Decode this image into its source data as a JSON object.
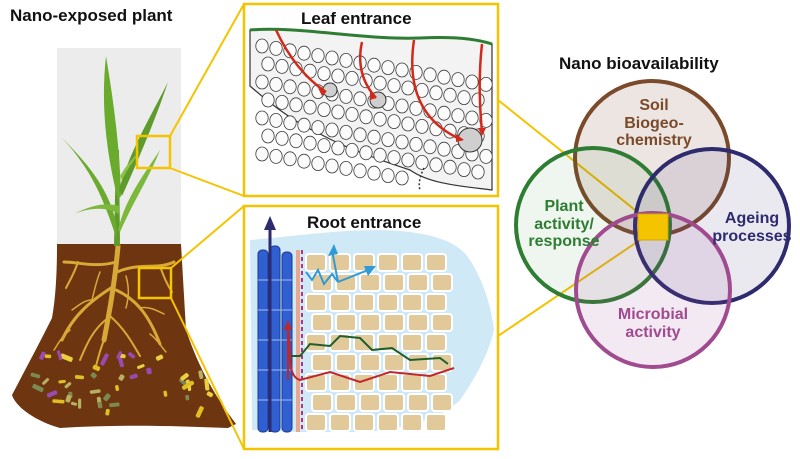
{
  "panels": {
    "plant_title": "Nano-exposed plant",
    "leaf_title": "Leaf entrance",
    "root_title": "Root entrance"
  },
  "venn": {
    "title": "Nano bioavailability",
    "soil": [
      "Soil",
      "Biogeo-",
      "chemistry"
    ],
    "plant": [
      "Plant",
      "activity/",
      "response"
    ],
    "ageing": [
      "Ageing",
      "processes"
    ],
    "microbial": [
      "Microbial",
      "activity"
    ]
  },
  "colors": {
    "highlight": "#f5c400",
    "soil_circle": "#7a4a2a",
    "plant_circle": "#2e7d32",
    "ageing_circle": "#2d2a6e",
    "microbial_circle": "#a04a90",
    "soil": "#6e3511",
    "leaf": "#6aaa2c",
    "root": "#d9a938",
    "xylem": "#2f5fd0",
    "pathway_red": "#d12a1a",
    "pathway_blue": "#2f9ad6",
    "pathway_green": "#1e5e2a"
  }
}
